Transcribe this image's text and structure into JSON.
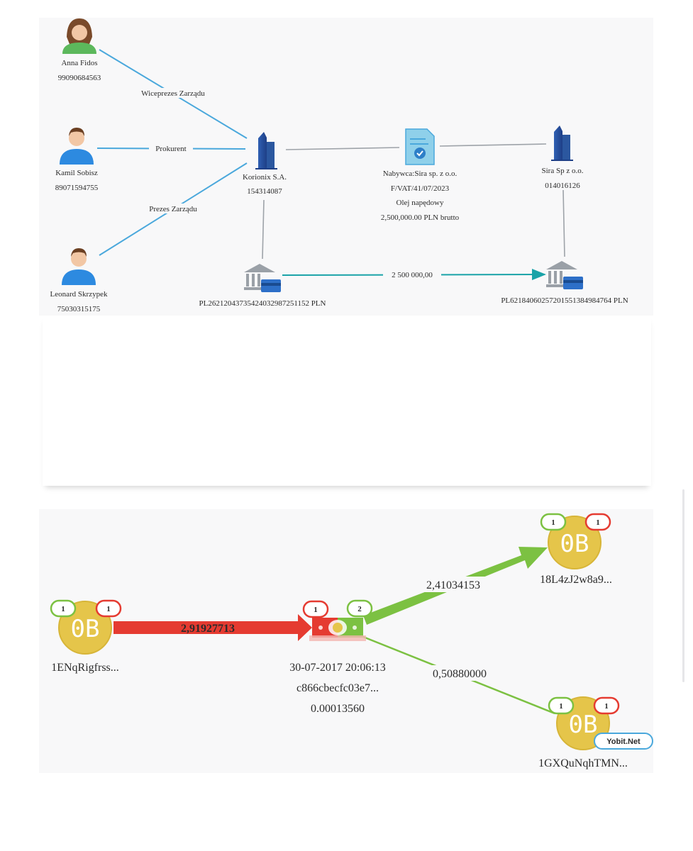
{
  "relationship_diagram": {
    "people": [
      {
        "name": "Anna Fidos",
        "id_number": "99090684563"
      },
      {
        "name": "Kamil Sobisz",
        "id_number": "89071594755"
      },
      {
        "name": "Leonard Skrzypek",
        "id_number": "75030315175"
      }
    ],
    "roles": [
      "Wiceprezes Zarządu",
      "Prokurent",
      "Prezes Zarządu"
    ],
    "company_a": {
      "name": "Korionix S.A.",
      "number": "154314087"
    },
    "company_b": {
      "name": "Sira Sp z o.o.",
      "number": "014016126"
    },
    "invoice": {
      "line1": "Nabywca:Sira sp. z o.o.",
      "line2": "F/VAT/41/07/2023",
      "line3": "Olej napędowy",
      "line4": "2,500,000.00 PLN brutto"
    },
    "bank_account_a": "PL26212043735424032987251152 PLN",
    "bank_account_b": "PL62184060257201551384984764 PLN",
    "transfer_amount": "2 500 000,00"
  },
  "crypto_graph": {
    "source_wallet": {
      "balance": "0B",
      "address": "1ENqRigfrss...",
      "in_count": "1",
      "out_count": "1"
    },
    "transaction": {
      "timestamp": "30-07-2017 20:06:13",
      "hash": "c866cbecfc03e7...",
      "fee": "0.00013560",
      "in_count": "1",
      "out_count": "2"
    },
    "input_amount": "2,91927713",
    "output_amount_1": "2,41034153",
    "output_amount_2": "0,50880000",
    "wallet_1": {
      "balance": "0B",
      "address": "18L4zJ2w8a9...",
      "in_count": "1",
      "out_count": "1"
    },
    "wallet_2": {
      "balance": "0B",
      "address": "1GXQuNqhTMN...",
      "in_count": "1",
      "out_count": "1",
      "tag": "Yobit.Net"
    },
    "colors": {
      "incoming": "#e53b31",
      "outgoing": "#7cc142",
      "coin": "#e5c54a",
      "edge": "#4aa8dc",
      "transfer": "#1aa3a8"
    }
  }
}
